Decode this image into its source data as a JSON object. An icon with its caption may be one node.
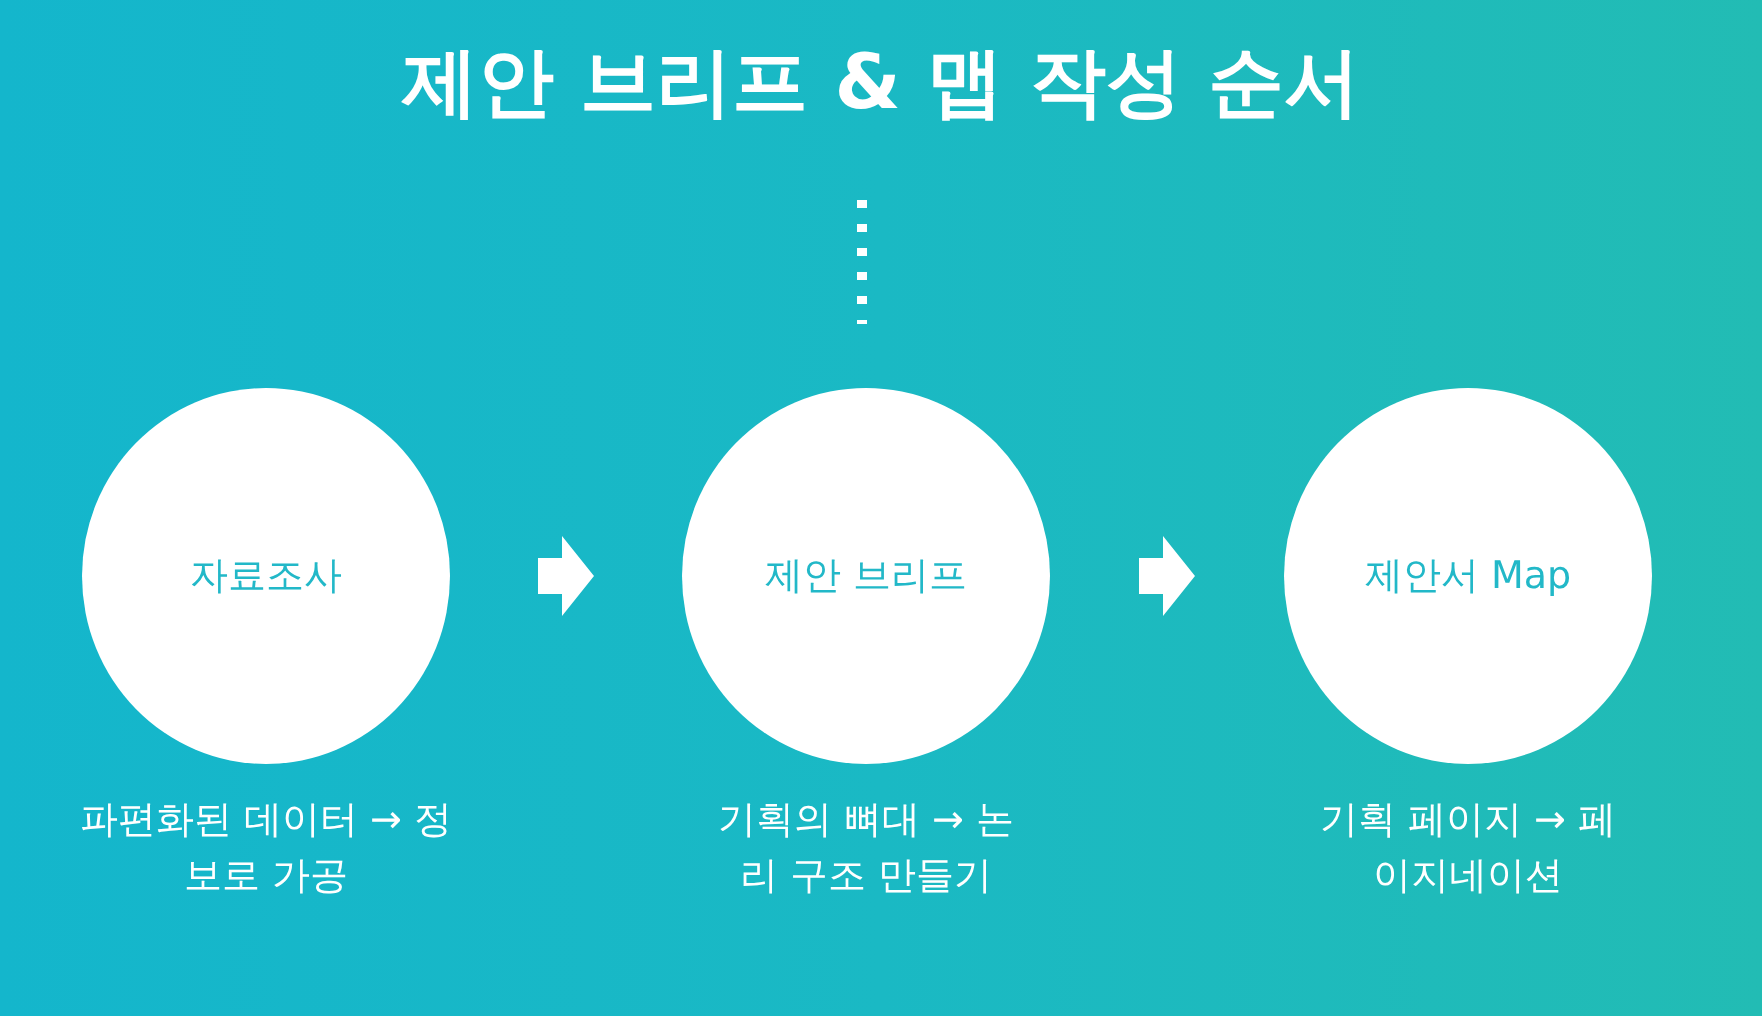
{
  "diagram": {
    "title": "제안 브리프 & 맵 작성 순서",
    "nodes": [
      {
        "text": [
          "자료조사"
        ],
        "beside": [
          "파편화된 데이터 → 정보로 가공"
        ]
      },
      {
        "text": [
          "제안 브리프"
        ],
        "beside": [
          "기획의 뼈대 → 논리 구조 만들기"
        ]
      },
      {
        "text": [
          "제안서 Map"
        ],
        "beside": [
          "기획 페이지 → 페이지네이션"
        ]
      }
    ],
    "edges": [
      {
        "from": 0,
        "to": 1,
        "arrow": "to"
      },
      {
        "from": 1,
        "to": 2,
        "arrow": "to"
      }
    ]
  }
}
